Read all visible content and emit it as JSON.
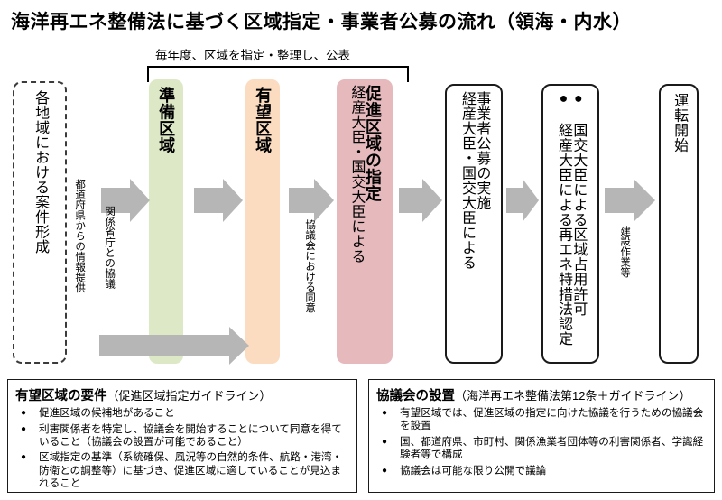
{
  "title": "海洋再エネ整備法に基づく区域指定・事業者公募の流れ（領海・内水）",
  "bracket": {
    "caption": "毎年度、区域を指定・整理し、公表"
  },
  "colors": {
    "green_box": "#dde9c6",
    "orange_box": "#fbdcc0",
    "pink_box": "#e6b9bd",
    "arrow_gray": "#b6b6b6",
    "outline": "#1a1a1a"
  },
  "flow": {
    "boxes": [
      {
        "id": "area-formation",
        "style": "dashed",
        "main": "各地域における案件形成",
        "sub": ""
      },
      {
        "id": "preparation-zone",
        "style": "green",
        "main": "準備区域",
        "sub": ""
      },
      {
        "id": "promising-zone",
        "style": "orange",
        "main": "有望区域",
        "sub": ""
      },
      {
        "id": "promotion-zone",
        "style": "pink",
        "main": "促進区域の指定",
        "sub": "経産大臣・国交大臣による"
      },
      {
        "id": "operator-tender",
        "style": "solid",
        "main": "事業者公募の実施",
        "sub": "経産大臣・国交大臣による"
      },
      {
        "id": "certification-permit",
        "style": "solid",
        "main": "● 国交大臣による区域占用許可",
        "sub": "● 経産大臣による再エネ特措法認定"
      },
      {
        "id": "operation-start",
        "style": "solid",
        "main": "運転開始",
        "sub": ""
      }
    ],
    "annotations": [
      {
        "id": "prefecture-info",
        "text": "都道府県からの情報提供"
      },
      {
        "id": "ministry-consult",
        "text": "関係省庁との協議"
      },
      {
        "id": "council-consent",
        "text": "協議会における同意"
      },
      {
        "id": "construction-work",
        "text": "建設作業等"
      }
    ]
  },
  "panels": [
    {
      "id": "promising-zone-requirements",
      "title_strong": "有望区域の要件",
      "title_sub": "（促進区域指定ガイドライン）",
      "bullet": "●",
      "items": [
        "促進区域の候補地があること",
        "利害関係者を特定し、協議会を開始することについて同意を得ていること（協議会の設置が可能であること）",
        "区域指定の基準（系統確保、風況等の自然的条件、航路・港湾・防衛との調整等）に基づき、促進区域に適していることが見込まれること"
      ]
    },
    {
      "id": "council-establishment",
      "title_strong": "協議会の設置",
      "title_sub": "（海洋再エネ整備法第12条＋ガイドライン）",
      "bullet": "●",
      "items": [
        "有望区域では、促進区域の指定に向けた協議を行うための協議会を設置",
        "国、都道府県、市町村、関係漁業者団体等の利害関係者、学識経験者等で構成",
        "協議会は可能な限り公開で議論"
      ]
    }
  ]
}
